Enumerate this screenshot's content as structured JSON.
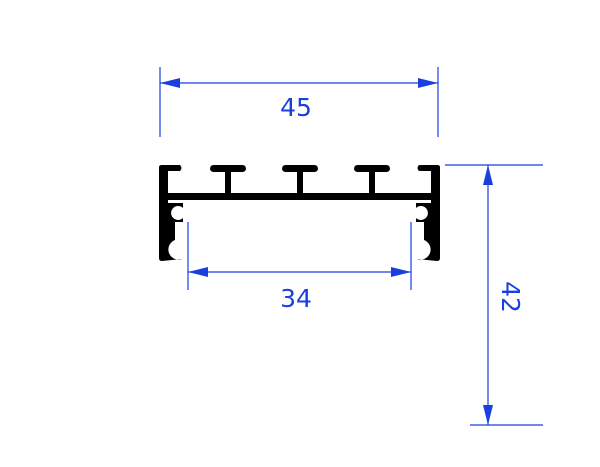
{
  "drawing": {
    "width_dimension": "45",
    "inner_width_dimension": "34",
    "height_dimension": "42",
    "colors": {
      "dimension": "#1a3fe0",
      "profile": "#000000",
      "background": "#ffffff"
    }
  }
}
